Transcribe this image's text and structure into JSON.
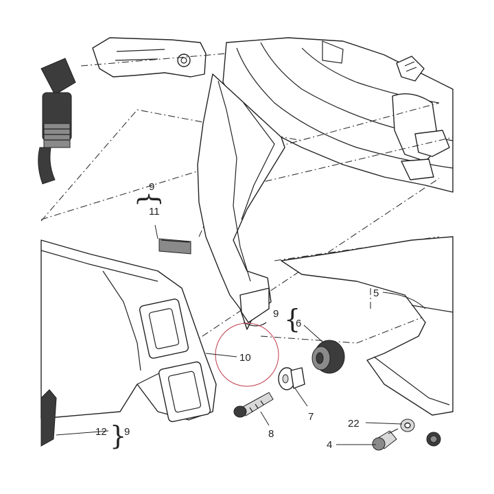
{
  "diagram": {
    "callouts": [
      {
        "id": "c4",
        "text": "4"
      },
      {
        "id": "c5",
        "text": "5"
      },
      {
        "id": "c6",
        "text": "6"
      },
      {
        "id": "c7",
        "text": "7"
      },
      {
        "id": "c8",
        "text": "8"
      },
      {
        "id": "c9a",
        "text": "9"
      },
      {
        "id": "c9b",
        "text": "9"
      },
      {
        "id": "c9c",
        "text": "9"
      },
      {
        "id": "c10",
        "text": "10"
      },
      {
        "id": "c11",
        "text": "11"
      },
      {
        "id": "c12",
        "text": "12"
      },
      {
        "id": "c22",
        "text": "22"
      }
    ],
    "highlight_circle_color": "#c0394a",
    "line_color": "#222222"
  }
}
